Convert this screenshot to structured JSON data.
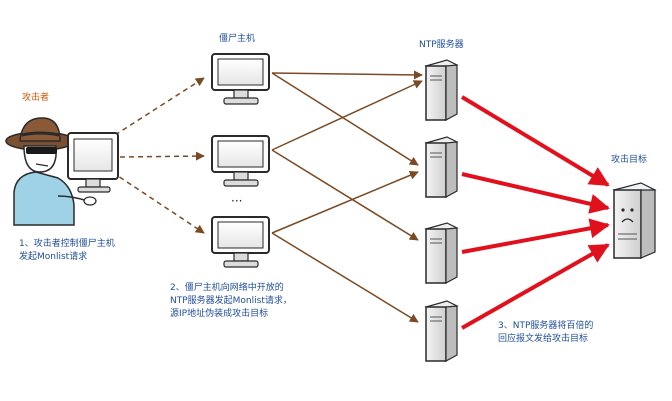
{
  "labels": {
    "attacker": "攻击者",
    "zombie_hosts": "僵尸主机",
    "ntp_servers": "NTP服务器",
    "target": "攻击目标",
    "ellipsis": "···"
  },
  "steps": {
    "step1": [
      "1、攻击者控制僵尸主机",
      "发起Monlist请求"
    ],
    "step2": [
      "2、僵尸主机向网络中开放的",
      "NTP服务器发起Monlist请求，",
      "源IP地址伪装成攻击目标"
    ],
    "step3": [
      "3、NTP服务器将百倍的",
      "回应报文发给攻击目标"
    ]
  },
  "colors": {
    "label_blue": "#1f4e99",
    "label_orange": "#d45500",
    "brown_arrow": "#7a4a24",
    "red_arrow": "#e0101c"
  }
}
